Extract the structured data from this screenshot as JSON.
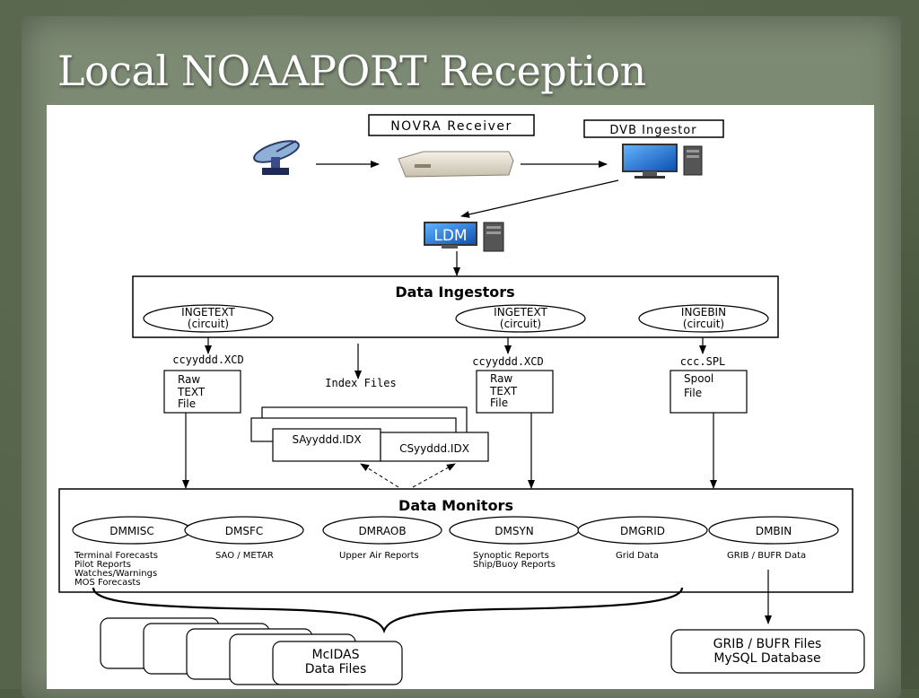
{
  "slide": {
    "title": "Local NOAAPORT Reception"
  },
  "top": {
    "receiver_label": "NOVRA Receiver",
    "ingestor_label": "DVB Ingestor",
    "ldm_label": "LDM"
  },
  "ingestors": {
    "title": "Data Ingestors",
    "items": [
      {
        "name": "INGETEXT",
        "sub": "(circuit)"
      },
      {
        "name": "INGETEXT",
        "sub": "(circuit)"
      },
      {
        "name": "INGEBIN",
        "sub": "(circuit)"
      }
    ]
  },
  "outputs": {
    "file1_name": "ccyyddd.XCD",
    "file1_lines": [
      "Raw",
      "TEXT",
      "File"
    ],
    "index_label": "Index Files",
    "index_sa": "SAyyddd.IDX",
    "index_cs": "CSyyddd.IDX",
    "file2_name": "ccyyddd.XCD",
    "file2_lines": [
      "Raw",
      "TEXT",
      "File"
    ],
    "file3_name": "ccc.SPL",
    "file3_lines": [
      "Spool",
      "File"
    ]
  },
  "monitors": {
    "title": "Data Monitors",
    "items": [
      {
        "name": "DMMISC",
        "desc": [
          "Terminal Forecasts",
          "Pilot Reports",
          "Watches/Warnings",
          "MOS Forecasts"
        ]
      },
      {
        "name": "DMSFC",
        "desc": [
          "SAO / METAR"
        ]
      },
      {
        "name": "DMRAOB",
        "desc": [
          "Upper Air Reports"
        ]
      },
      {
        "name": "DMSYN",
        "desc": [
          "Synoptic Reports",
          "Ship/Buoy Reports"
        ]
      },
      {
        "name": "DMGRID",
        "desc": [
          "Grid Data"
        ]
      },
      {
        "name": "DMBIN",
        "desc": [
          "GRIB / BUFR Data"
        ]
      }
    ]
  },
  "bottom": {
    "mcidas_lines": [
      "McIDAS",
      "Data Files"
    ],
    "grib_lines": [
      "GRIB / BUFR Files",
      "MySQL Database"
    ]
  },
  "colors": {
    "frame_dark": "#4f5d44",
    "frame_light": "#7c8a73",
    "monitor_blue": "#1e6fd0",
    "line": "#000000"
  }
}
